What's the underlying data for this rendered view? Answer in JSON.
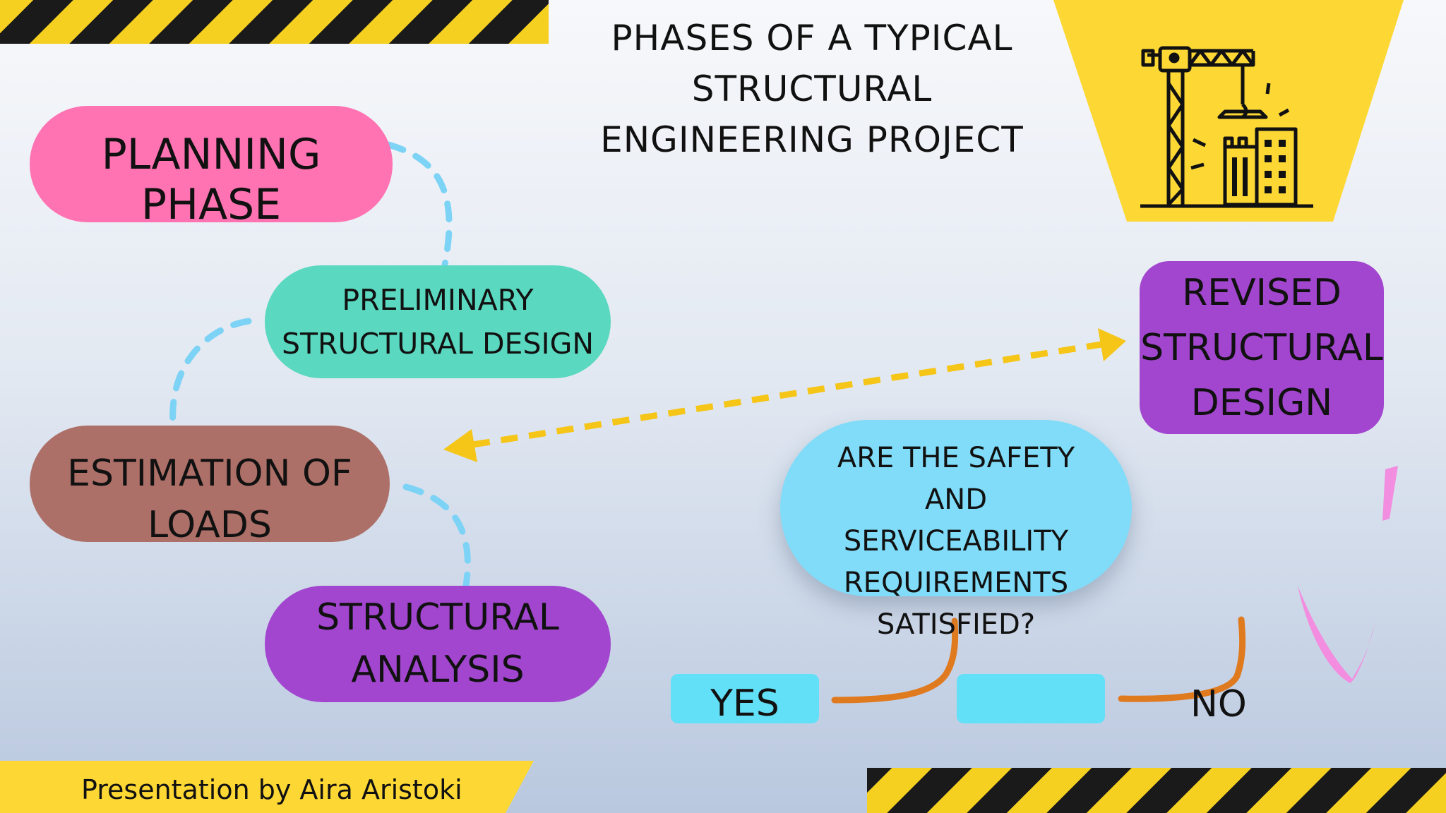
{
  "title": "PHASES OF A TYPICAL STRUCTURAL ENGINEERING PROJECT",
  "title_lines": [
    "PHASES OF A TYPICAL",
    "STRUCTURAL",
    "ENGINEERING PROJECT"
  ],
  "nodes": {
    "planning": {
      "lines": [
        "PLANNING",
        "PHASE"
      ],
      "color": "#ff73b3"
    },
    "preliminary": {
      "lines": [
        "PRELIMINARY",
        "STRUCTURAL DESIGN"
      ],
      "color": "#5ad8c0"
    },
    "loads": {
      "lines": [
        "ESTIMATION OF",
        "LOADS"
      ],
      "color": "#ad7068"
    },
    "analysis": {
      "lines": [
        "STRUCTURAL",
        "ANALYSIS"
      ],
      "color": "#a246cf"
    },
    "revised": {
      "lines": [
        "REVISED",
        "STRUCTURAL",
        "DESIGN"
      ],
      "color": "#a246cf"
    },
    "question": {
      "lines": [
        "ARE THE SAFETY",
        "AND",
        "SERVICEABILITY",
        "REQUIREMENTS",
        "SATISFIED?"
      ],
      "color": "#80dcf8"
    }
  },
  "answers": {
    "yes": "YES",
    "no": "NO",
    "button_color": "#62e0f7"
  },
  "footer": "Presentation by Aira Aristoki",
  "colors": {
    "hazard_yellow": "#f5d020",
    "hazard_black": "#1a1a1a",
    "connector_dashed": "#7dd3f5",
    "arrow": "#f5c518",
    "flow_line": "#e07a1f"
  },
  "icons": {
    "crane": "construction-crane-icon"
  }
}
